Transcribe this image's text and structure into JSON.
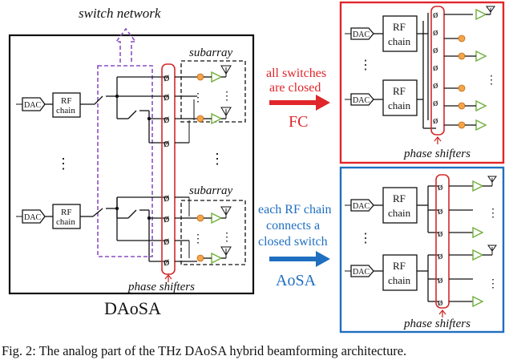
{
  "labels": {
    "switch_network": "switch network",
    "subarray": "subarray",
    "dac": "DAC",
    "rf": "RF",
    "chain": "chain",
    "phase_shifters": "phase shifters",
    "daosa": "DAoSA",
    "fc_line1": "all switches",
    "fc_line2": "are closed",
    "fc": "FC",
    "aosa_line1": "each RF chain",
    "aosa_line2": "connects a",
    "aosa_line3": "closed switch",
    "aosa": "AoSA",
    "ellipsis": "⋮"
  },
  "caption": "Fig. 2: The analog part of the THz DAoSA hybrid beamforming architecture.",
  "colors": {
    "fc_frame": "#e0262a",
    "aosa_frame": "#1f6fc0",
    "phase_shifter_outline": "#d12a2a",
    "switch_network": "#8a4fc3",
    "amplifier": "#6fae3a",
    "adder": "#f4a54a",
    "fc_arrow": "#e0262a",
    "aosa_arrow": "#1f6fc0"
  }
}
